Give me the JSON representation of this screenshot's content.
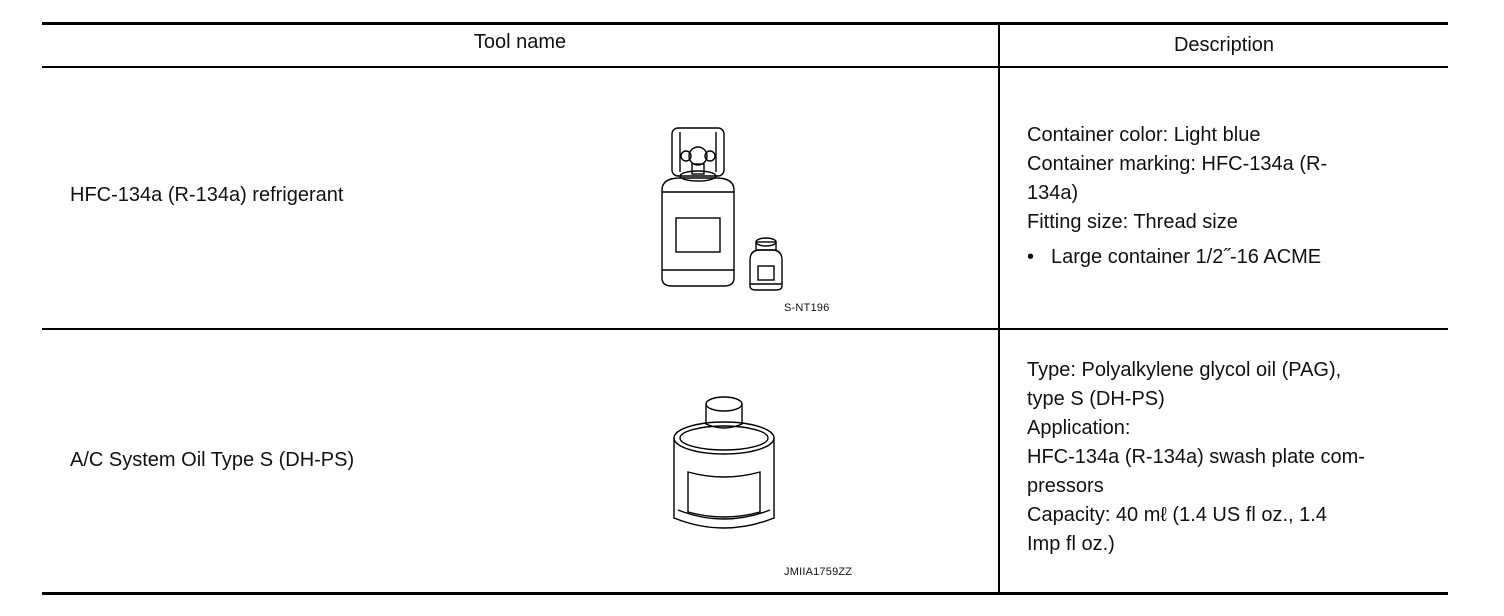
{
  "table": {
    "header": {
      "tool_name": "Tool name",
      "description": "Description"
    },
    "rows": [
      {
        "tool_name": "HFC-134a (R-134a) refrigerant",
        "figure_code": "S-NT196",
        "description": [
          "Container color: Light blue",
          "Container marking: HFC-134a (R-",
          "134a)",
          "Fitting size: Thread size"
        ],
        "bullet": "Large container 1/2˝-16 ACME"
      },
      {
        "tool_name": "A/C System Oil Type S (DH-PS)",
        "figure_code": "JMIIA1759ZZ",
        "description": [
          "Type: Polyalkylene glycol oil (PAG),",
          "type S (DH-PS)",
          "Application:",
          "HFC-134a (R-134a) swash plate com-",
          "pressors",
          "Capacity: 40 mℓ  (1.4 US fl oz., 1.4",
          "Imp fl oz.)"
        ]
      }
    ]
  }
}
